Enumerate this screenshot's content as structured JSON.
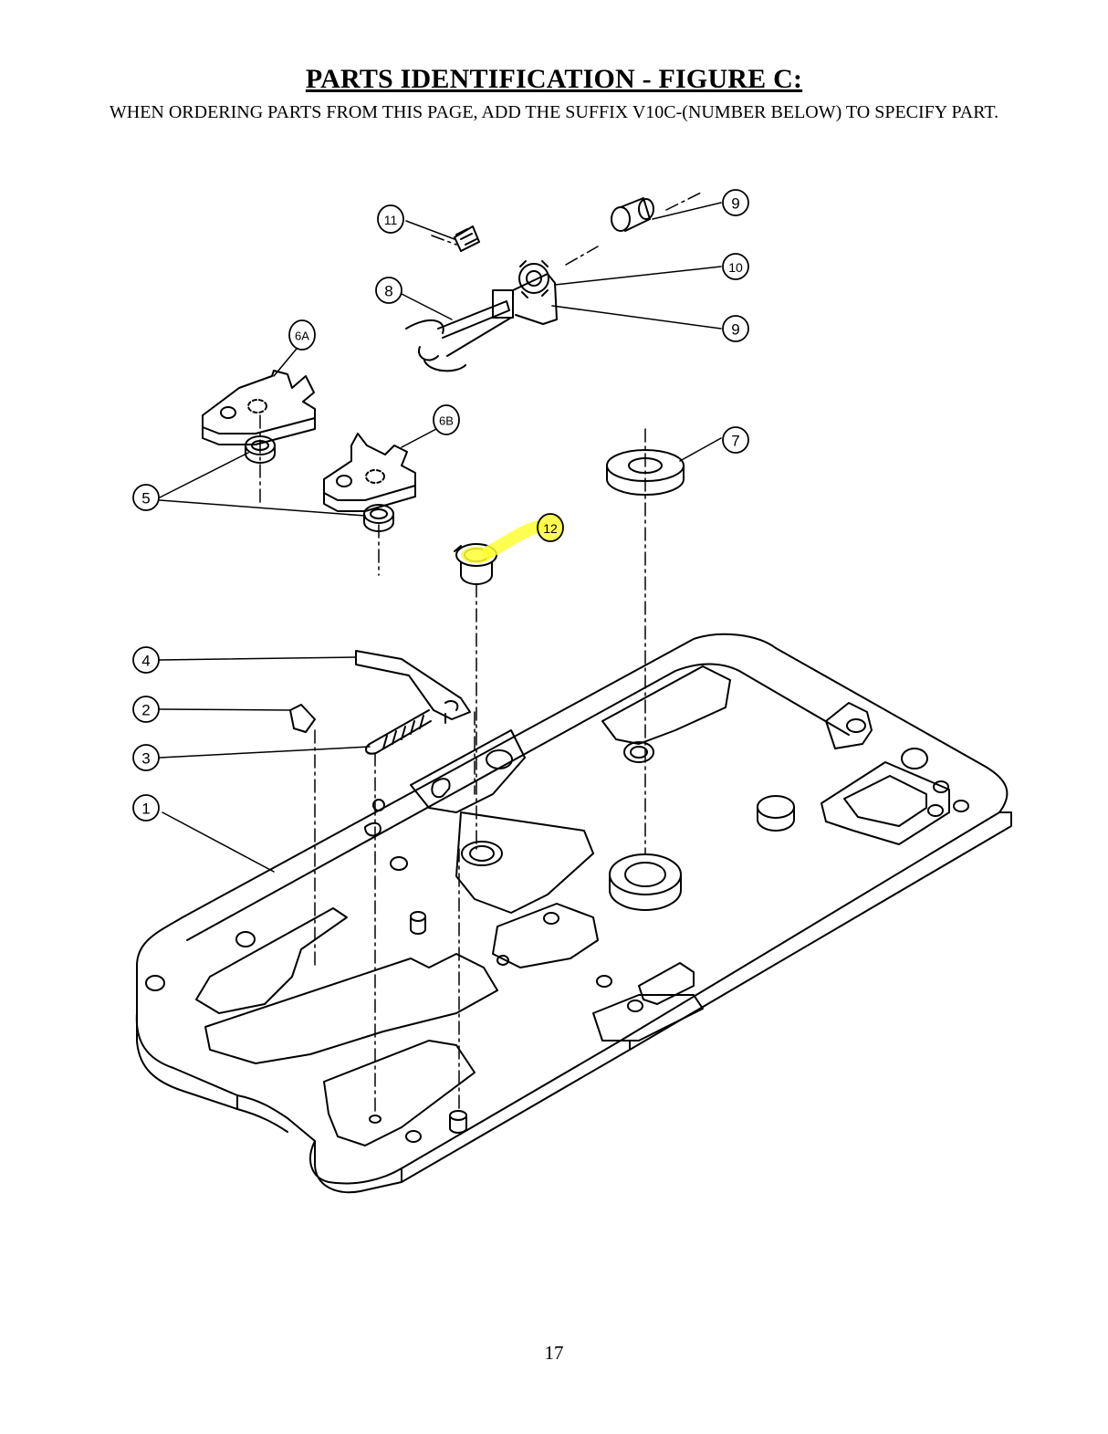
{
  "header": {
    "title": "PARTS IDENTIFICATION - FIGURE C:",
    "subtitle": "WHEN ORDERING PARTS FROM THIS PAGE, ADD THE SUFFIX V10C-(NUMBER BELOW) TO SPECIFY PART."
  },
  "figure": {
    "highlight_color": "#ffff33",
    "callouts": {
      "c1": "1",
      "c2": "2",
      "c3": "3",
      "c4": "4",
      "c5": "5",
      "c6a": "6A",
      "c6b": "6B",
      "c7": "7",
      "c8": "8",
      "c9_top": "9",
      "c9_mid": "9",
      "c10": "10",
      "c11": "11",
      "c12": "12"
    }
  },
  "footer": {
    "page_number": "17"
  }
}
